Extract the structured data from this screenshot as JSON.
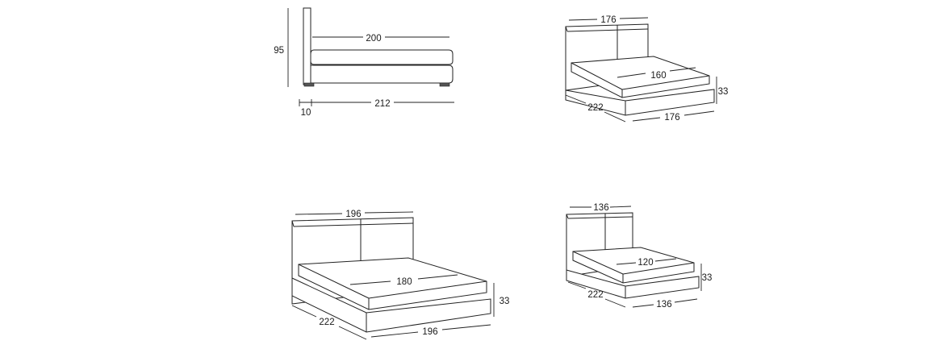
{
  "side_view": {
    "height": "95",
    "mattress_length": "200",
    "total_length": "212",
    "headboard_depth": "10"
  },
  "bed_176": {
    "headboard_width": "176",
    "mattress_width": "160",
    "base_height": "33",
    "length": "222",
    "base_width": "176"
  },
  "bed_196": {
    "headboard_width": "196",
    "mattress_width": "180",
    "base_height": "33",
    "length": "222",
    "base_width": "196"
  },
  "bed_136": {
    "headboard_width": "136",
    "mattress_width": "120",
    "base_height": "33",
    "length": "222",
    "base_width": "136"
  }
}
